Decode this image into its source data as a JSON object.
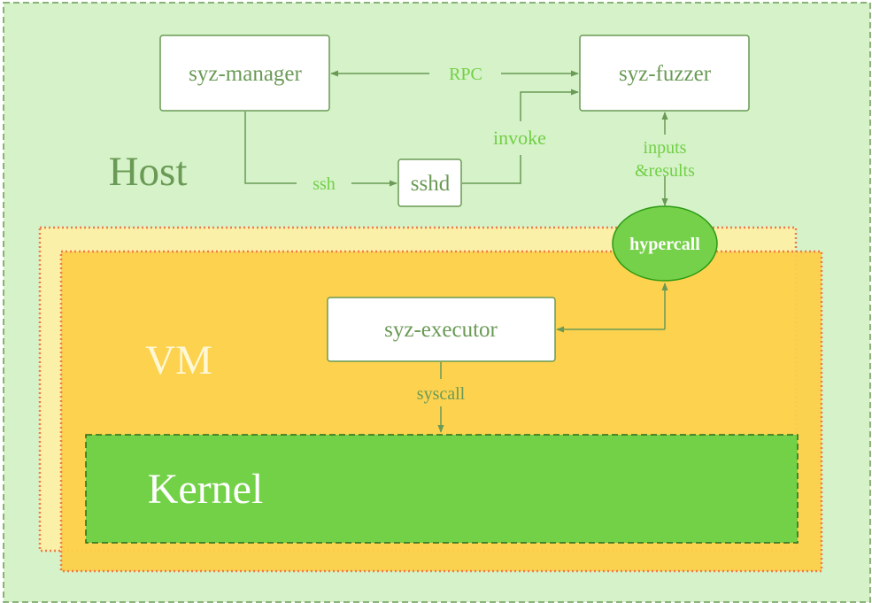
{
  "regions": {
    "host_label": "Host",
    "vm_label": "VM",
    "kernel_label": "Kernel"
  },
  "nodes": {
    "syz_manager": "syz-manager",
    "syz_fuzzer": "syz-fuzzer",
    "sshd": "sshd",
    "syz_executor": "syz-executor",
    "hypercall": "hypercall"
  },
  "edges": {
    "rpc": "RPC",
    "ssh": "ssh",
    "invoke": "invoke",
    "inputs_line1": "inputs",
    "inputs_line2": "&results",
    "syscall": "syscall"
  },
  "colors": {
    "host_fill": "#d5f2c8",
    "host_border": "#6a9a55",
    "vm_back_fill": "#fbf0a8",
    "vm_front_fill": "#fcd04a",
    "vm_border": "#f07a4a",
    "kernel_fill": "#73d147",
    "kernel_border": "#2b6b1f",
    "node_text": "#6a9a55",
    "edge_label": "#72cf47",
    "edge_stroke": "#6a9a55",
    "hypercall_fill": "#76d14a",
    "hypercall_border": "#2a9a12",
    "vm_text": "#fff8d6",
    "kernel_text": "#ffffff"
  }
}
